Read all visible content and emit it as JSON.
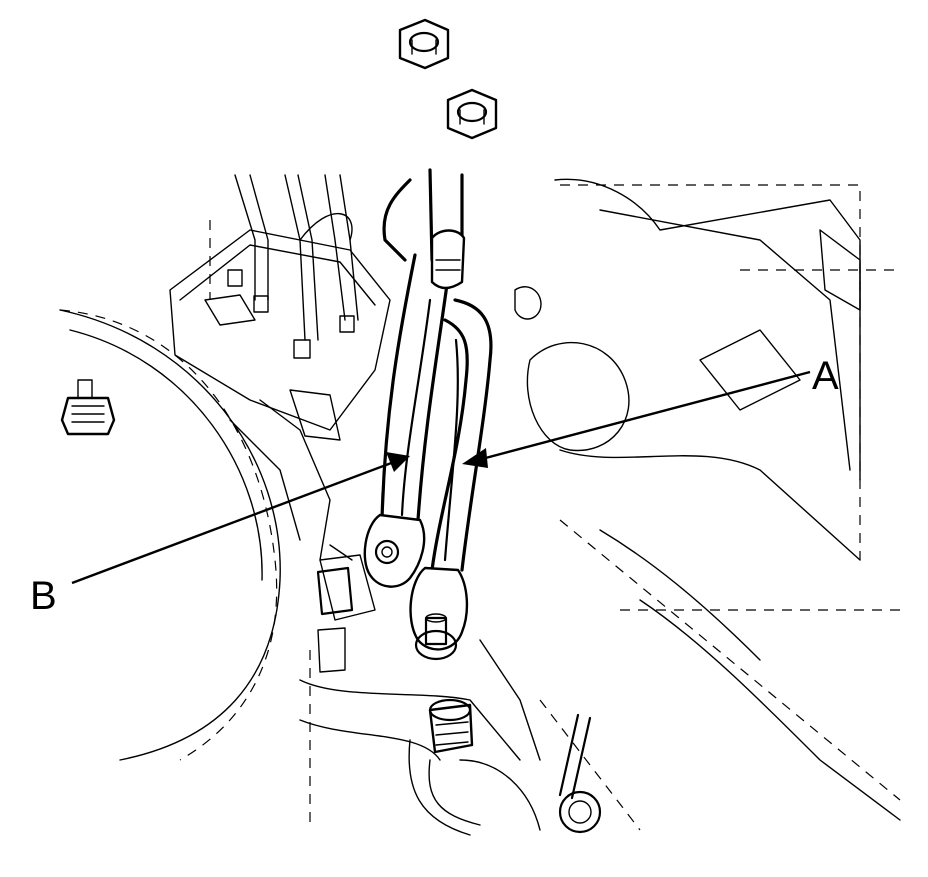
{
  "figure": {
    "callouts": [
      {
        "id": "A",
        "label": "A"
      },
      {
        "id": "B",
        "label": "B"
      }
    ],
    "parts": [
      "nut",
      "nut",
      "bolt",
      "pipe-a",
      "pipe-b",
      "abs-modulator",
      "bracket"
    ]
  },
  "colors": {
    "line": "#000000",
    "background": "#ffffff"
  }
}
